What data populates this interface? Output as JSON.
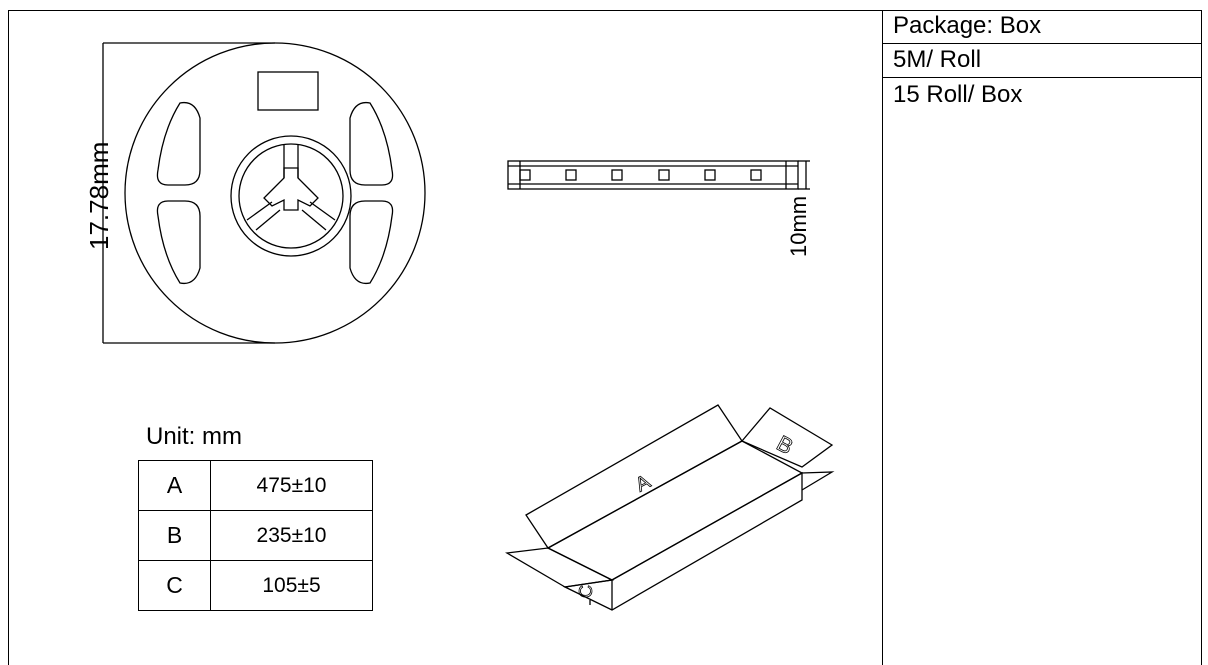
{
  "info": {
    "package": "Package: Box",
    "per_roll": "5M/ Roll",
    "per_box": "15 Roll/ Box"
  },
  "reel": {
    "dimension_label": "17.78mm"
  },
  "strip": {
    "width_label": "10mm"
  },
  "units": {
    "label": "Unit: mm"
  },
  "dimensions_table": [
    {
      "key": "A",
      "value": "475±10"
    },
    {
      "key": "B",
      "value": "235±10"
    },
    {
      "key": "C",
      "value": "105±5"
    }
  ],
  "box": {
    "letters": [
      "A",
      "B",
      "C"
    ]
  }
}
